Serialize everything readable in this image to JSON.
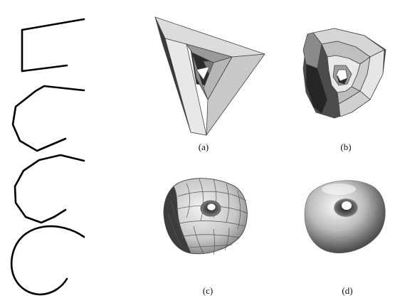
{
  "figure": {
    "panels": [
      {
        "id": "a",
        "label": "(a)",
        "shape": "triangular frame, planar faces"
      },
      {
        "id": "b",
        "label": "(b)",
        "shape": "subdivided once, beveled"
      },
      {
        "id": "c",
        "label": "(c)",
        "shape": "subdivided twice, quad mesh"
      },
      {
        "id": "d",
        "label": "(d)",
        "shape": "smooth limit surface"
      }
    ],
    "profile_curves": 4,
    "colors": {
      "line": "#000000",
      "face_light": "#e6e6e6",
      "face_mid": "#a8a8a8",
      "face_dark": "#4a4a4a",
      "face_darker": "#2a2a2a",
      "edge": "#555555"
    }
  }
}
